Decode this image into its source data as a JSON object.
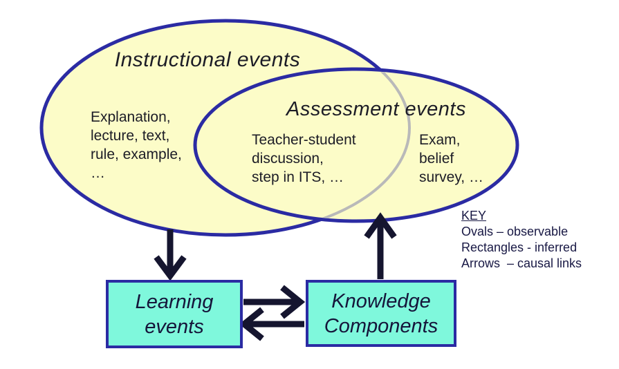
{
  "diagram": {
    "instructional_oval": {
      "title": "Instructional events",
      "items": "Explanation,\nlecture, text,\nrule, example,\n…"
    },
    "assessment_oval": {
      "title": "Assessment events",
      "overlap_items": "Teacher-student\ndiscussion,\nstep in ITS, …",
      "items": "Exam,\nbelief\nsurvey, …"
    },
    "boxes": {
      "learning_label": "Learning\nevents",
      "knowledge_label": "Knowledge\nComponents"
    },
    "key": {
      "title": "KEY",
      "lines": [
        "Ovals – observable",
        "Rectangles - inferred",
        "Arrows  – causal links"
      ]
    },
    "colors": {
      "oval_fill": "#FCFCC8",
      "oval_stroke": "#2B2BA3",
      "hidden_edge": "#B9B9B9",
      "box_fill": "#7FF8DC",
      "box_stroke": "#2B2BA3",
      "arrow": "#15152F",
      "oval_text": "#1C1C26",
      "key_text": "#181844",
      "box_text": "#15153A"
    }
  }
}
